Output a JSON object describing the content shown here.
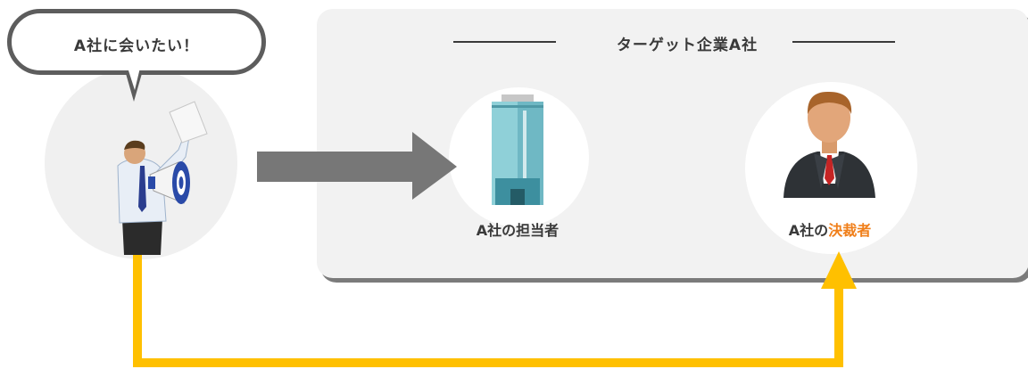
{
  "bubble": {
    "text": "A社に会いたい！"
  },
  "target_panel": {
    "title": "ターゲット企業A社"
  },
  "nodes": {
    "contact": {
      "label": "A社の担当者"
    },
    "decision_maker": {
      "label_prefix": "A社の",
      "label_highlight": "決裁者"
    }
  },
  "icons": {
    "salesperson": "megaphone-person-icon",
    "building": "office-building-icon",
    "executive": "businessman-icon"
  },
  "colors": {
    "panel_bg": "#f2f2f2",
    "panel_shadow": "#7b7b7b",
    "gray_arrow": "#777777",
    "yellow_arrow": "#ffc000",
    "accent_text": "#f07f1a",
    "text": "#3a3a3a"
  }
}
